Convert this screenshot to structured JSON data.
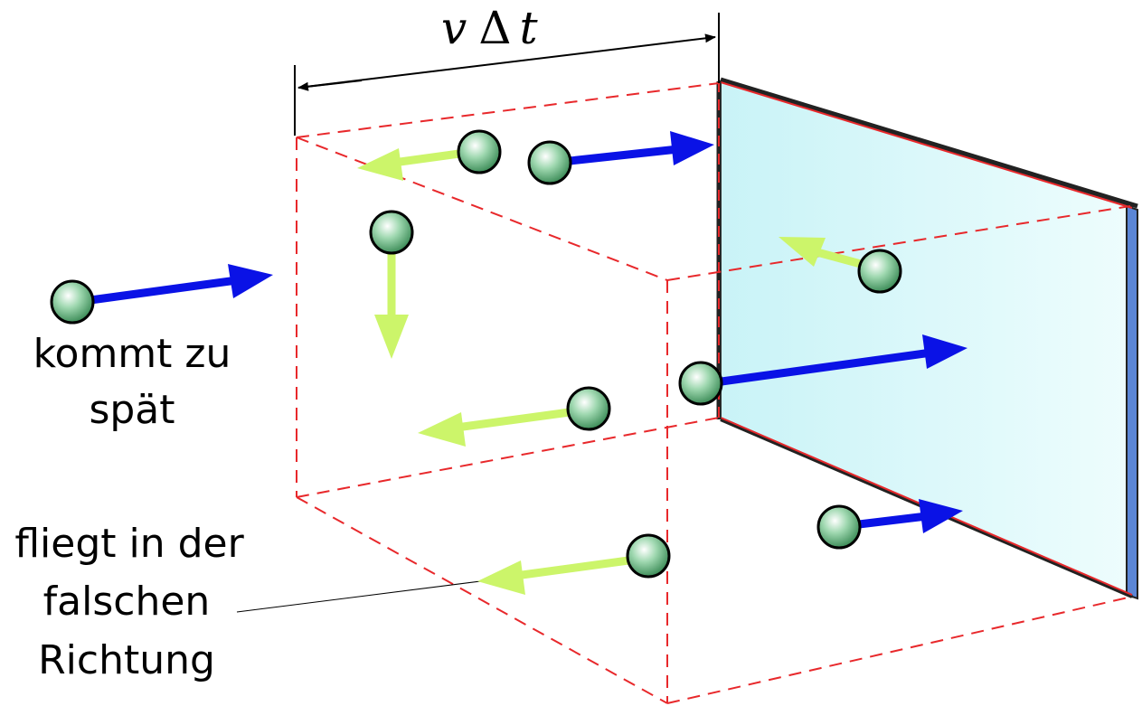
{
  "labels": {
    "distance_v": "v",
    "distance_delta": "Δ",
    "distance_t": "t",
    "late_line1": "kommt zu",
    "late_line2": "spät",
    "wrong_line1": "fliegt in der",
    "wrong_line2": "falschen",
    "wrong_line3": "Richtung"
  },
  "colors": {
    "box_edge": "#e8282b",
    "wall_fill": "#dff9fb",
    "toward_wall_arrow": "#0a12e6",
    "away_arrow": "#ccf56a",
    "particle_fill": "#6fbf8a",
    "particle_outline": "#000000"
  }
}
